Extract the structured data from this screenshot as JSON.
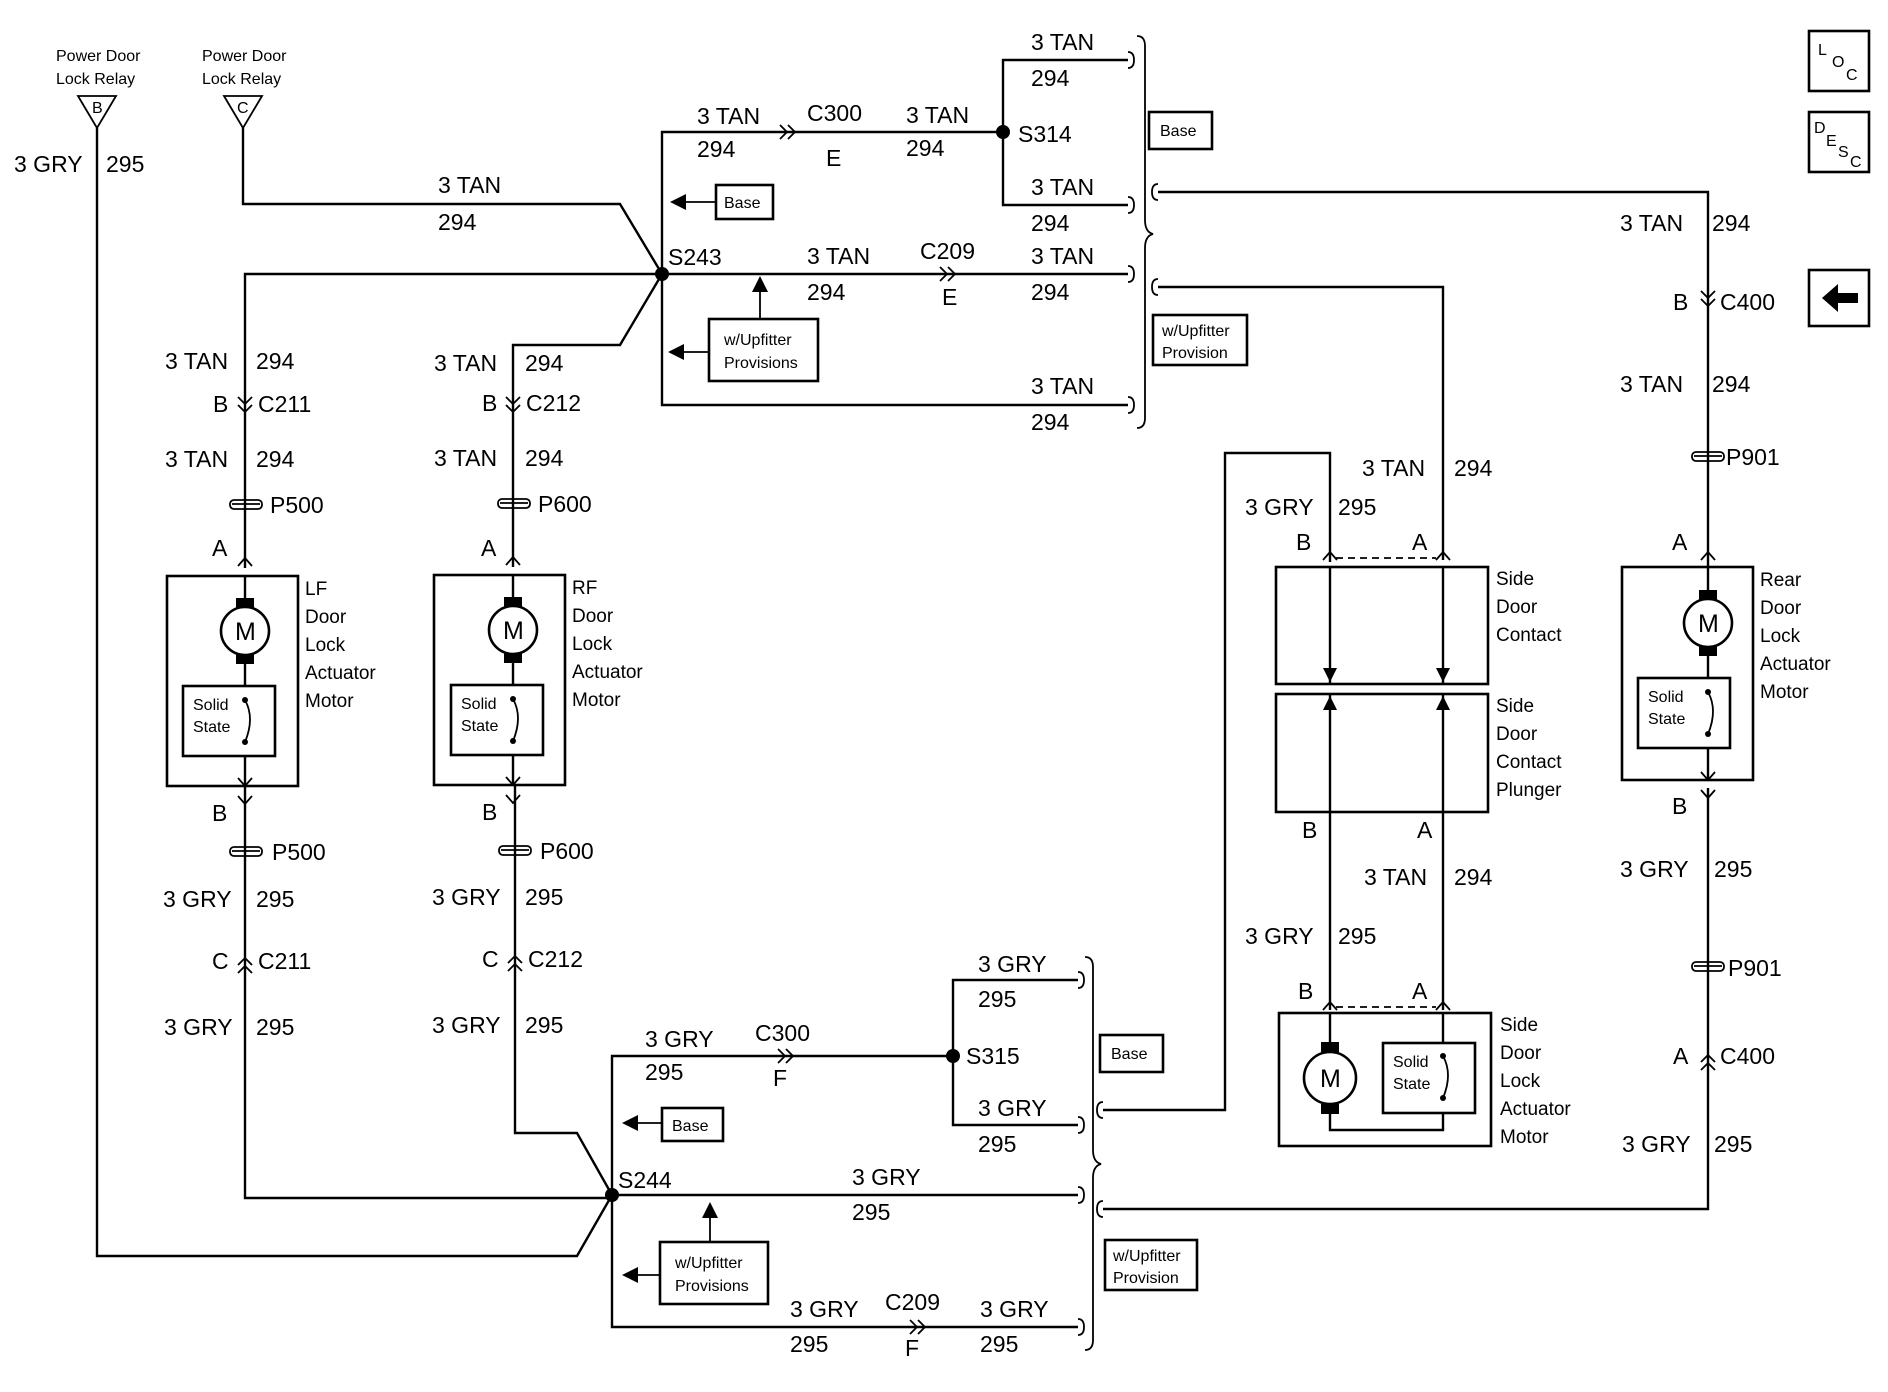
{
  "wires": {
    "tan": "3 TAN",
    "tan_ckt": "294",
    "gry": "3 GRY",
    "gry_ckt": "295"
  },
  "relay": {
    "label_line1": "Power Door",
    "label_line2": "Lock Relay",
    "pin_b": "B",
    "pin_c": "C"
  },
  "splices": {
    "s243": "S243",
    "s244": "S244",
    "s314": "S314",
    "s315": "S315"
  },
  "connectors": {
    "c300": "C300",
    "c209": "C209",
    "c211": "C211",
    "c212": "C212",
    "c400": "C400",
    "p500": "P500",
    "p600": "P600",
    "p901": "P901"
  },
  "pins": {
    "a": "A",
    "b": "B",
    "c": "C",
    "e": "E",
    "f": "F"
  },
  "options": {
    "base": "Base",
    "upfitter_line1": "w/Upfitter",
    "upfitter_line2": "Provisions",
    "upfitter_single_line2": "Provision"
  },
  "components": {
    "motor_symbol": "M",
    "solid_state_line1": "Solid",
    "solid_state_line2": "State",
    "lf_motor": [
      "LF",
      "Door",
      "Lock",
      "Actuator",
      "Motor"
    ],
    "rf_motor": [
      "RF",
      "Door",
      "Lock",
      "Actuator",
      "Motor"
    ],
    "rear_motor": [
      "Rear",
      "Door",
      "Lock",
      "Actuator",
      "Motor"
    ],
    "side_contact": [
      "Side",
      "Door",
      "Contact"
    ],
    "side_plunger": [
      "Side",
      "Door",
      "Contact",
      "Plunger"
    ],
    "side_motor": [
      "Side",
      "Door",
      "Lock",
      "Actuator",
      "Motor"
    ]
  },
  "corner_icons": {
    "loc": [
      "L",
      "O",
      "C"
    ],
    "desc": [
      "D",
      "E",
      "S",
      "C"
    ],
    "back": "back-arrow-icon"
  }
}
